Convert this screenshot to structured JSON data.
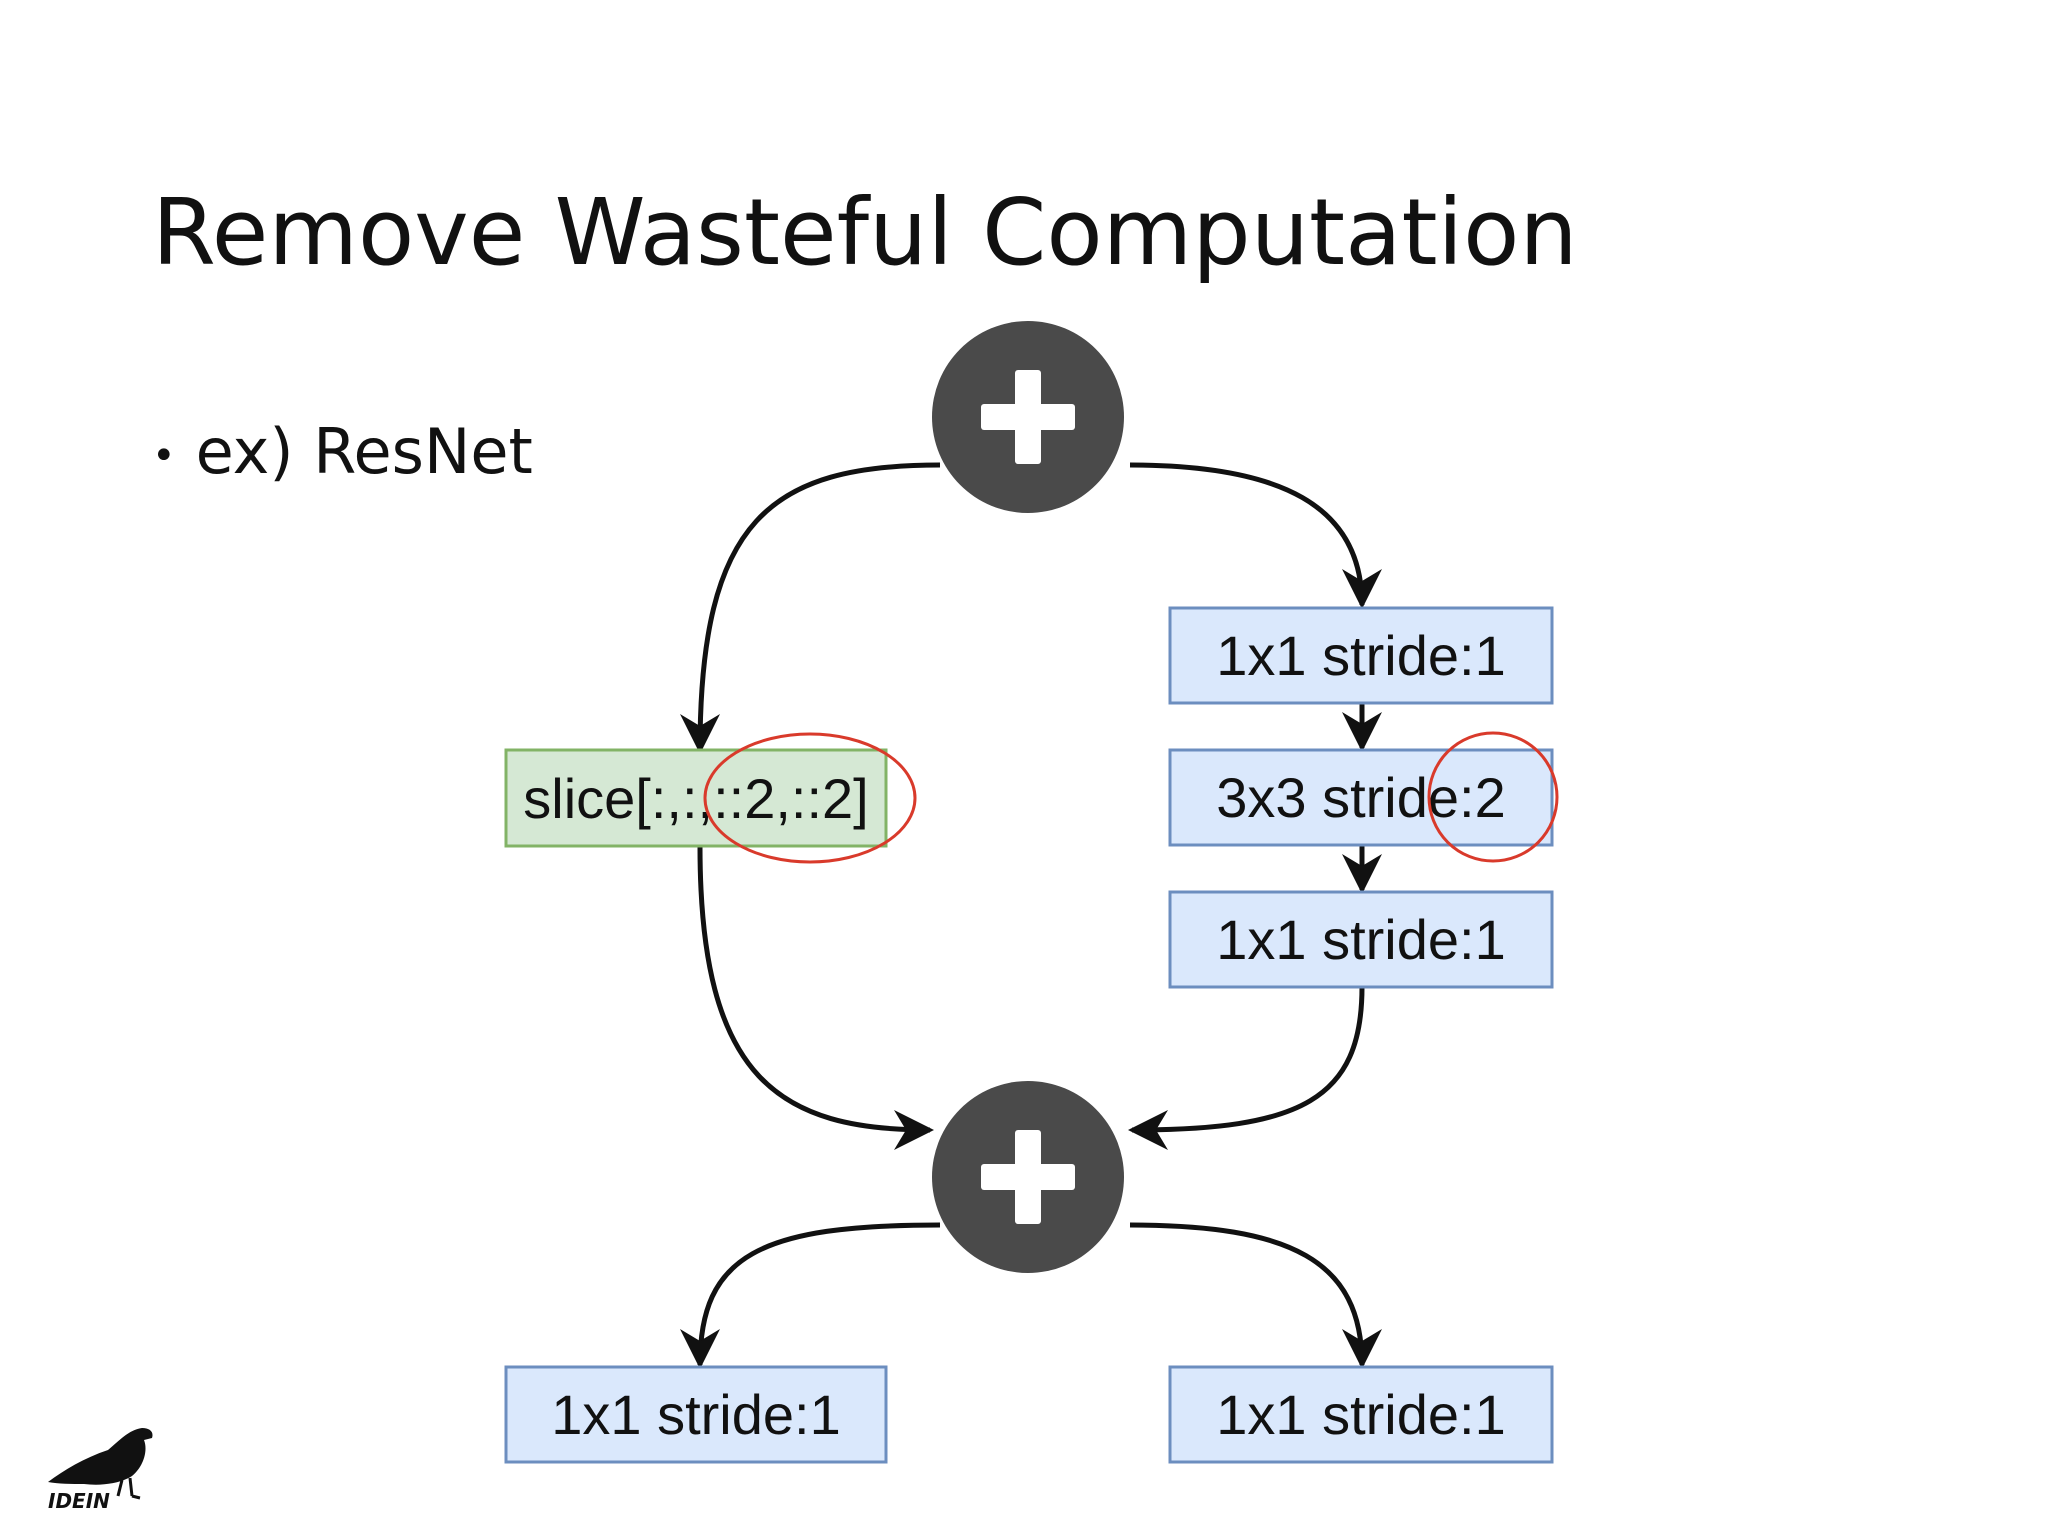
{
  "slide": {
    "title": "Remove Wasteful Computation",
    "bullet": "ex) ResNet"
  },
  "diagram": {
    "nodes": {
      "add_top": {
        "symbol": "plus",
        "icon": "plus-icon"
      },
      "add_bottom": {
        "symbol": "plus",
        "icon": "plus-icon"
      },
      "slice": {
        "label": "slice[:,:,::2,::2]",
        "color": "#d5e8d4",
        "highlight": "::2,::2"
      },
      "conv1": {
        "label": "1x1 stride:1",
        "color": "#dae8fc"
      },
      "conv2": {
        "label": "3x3 stride:2",
        "color": "#dae8fc",
        "highlight": ":2"
      },
      "conv3": {
        "label": "1x1 stride:1",
        "color": "#dae8fc"
      },
      "out_left": {
        "label": "1x1 stride:1",
        "color": "#dae8fc"
      },
      "out_right": {
        "label": "1x1 stride:1",
        "color": "#dae8fc"
      }
    },
    "edges": [
      [
        "add_top",
        "slice"
      ],
      [
        "add_top",
        "conv1"
      ],
      [
        "conv1",
        "conv2"
      ],
      [
        "conv2",
        "conv3"
      ],
      [
        "slice",
        "add_bottom"
      ],
      [
        "conv3",
        "add_bottom"
      ],
      [
        "add_bottom",
        "out_left"
      ],
      [
        "add_bottom",
        "out_right"
      ]
    ],
    "colors": {
      "add_node": "#4a4a4a",
      "highlight_circle": "#d93a2b",
      "green_stroke": "#82b366",
      "blue_stroke": "#6c8ebf"
    }
  },
  "logo": {
    "text": "IDEIN",
    "icon": "crow-logo-icon"
  }
}
